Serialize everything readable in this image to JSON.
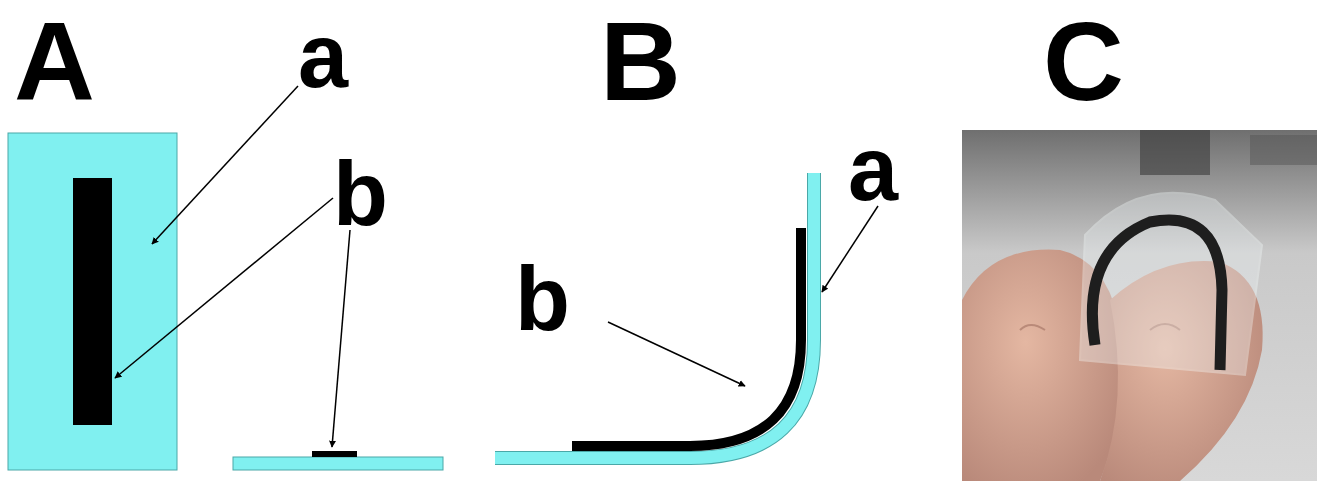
{
  "diagram": {
    "labels": [
      "A",
      "a",
      "b",
      "B",
      "a",
      "b",
      "C"
    ]
  }
}
